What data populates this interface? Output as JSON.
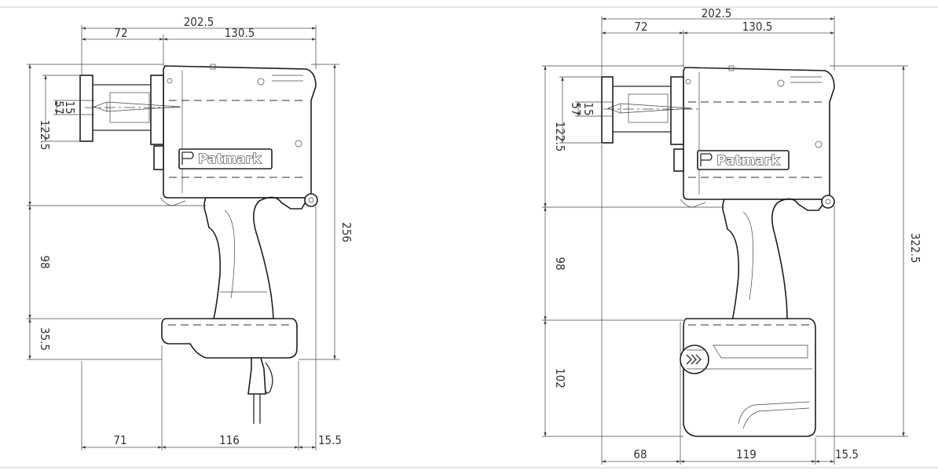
{
  "logo_text": "Patmark",
  "left_view": {
    "dims": {
      "total_width": "202.5",
      "front_width": "72",
      "rear_width": "130.5",
      "height_overall": "256",
      "head_height": "122.5",
      "nozzle_outer": "57",
      "nozzle_inner": "15",
      "grip_height": "98",
      "base_height": "35.5",
      "bottom_left": "71",
      "bottom_mid": "116",
      "bottom_right": "15.5"
    }
  },
  "right_view": {
    "dims": {
      "total_width": "202.5",
      "front_width": "72",
      "rear_width": "130.5",
      "height_overall": "322.5",
      "head_height": "122.5",
      "nozzle_outer": "57",
      "nozzle_inner": "15",
      "grip_height": "98",
      "battery_height": "102",
      "bottom_left": "68",
      "bottom_mid": "119",
      "bottom_right": "15.5"
    }
  }
}
